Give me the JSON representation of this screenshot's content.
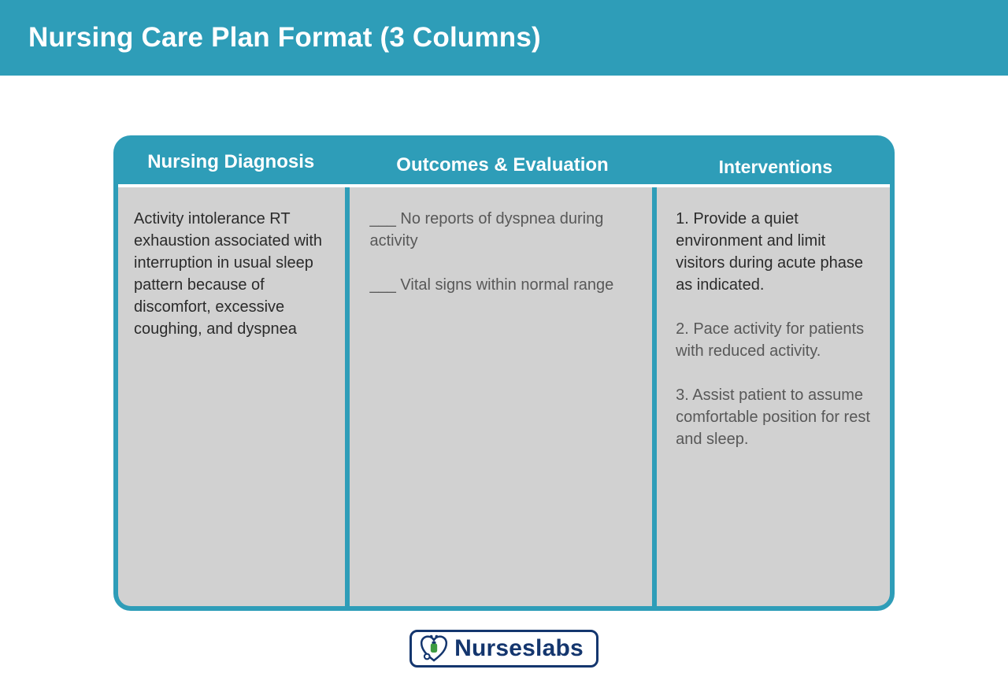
{
  "page": {
    "title": "Nursing Care Plan Format (3 Columns)"
  },
  "colors": {
    "brand_teal": "#2e9db8",
    "cell_gray": "#d1d1d1",
    "text_dark": "#2b2b2b",
    "text_gray": "#585858",
    "logo_navy": "#14366e",
    "logo_green": "#3d9b41",
    "background": "#ffffff"
  },
  "table": {
    "headers": [
      "Nursing Diagnosis",
      "Outcomes & Evaluation",
      "Interventions"
    ],
    "columns": [
      {
        "name": "nursing-diagnosis",
        "paragraphs": [
          "Activity intolerance RT exhaustion associated with interruption in usual sleep pattern because of discomfort, excessive coughing, and dyspnea"
        ]
      },
      {
        "name": "outcomes-evaluation",
        "paragraphs": [
          "___ No reports of dyspnea during activity",
          "___ Vital signs within normal range"
        ]
      },
      {
        "name": "interventions",
        "paragraphs": [
          "1. Provide a quiet environment and limit visitors during acute phase as indicated.",
          "2. Pace activity for patients with reduced activity.",
          "3. Assist patient to assume comfortable position for rest and sleep."
        ]
      }
    ]
  },
  "footer": {
    "logo_text": "Nurseslabs",
    "logo_icon": "heart-stethoscope-icon"
  }
}
